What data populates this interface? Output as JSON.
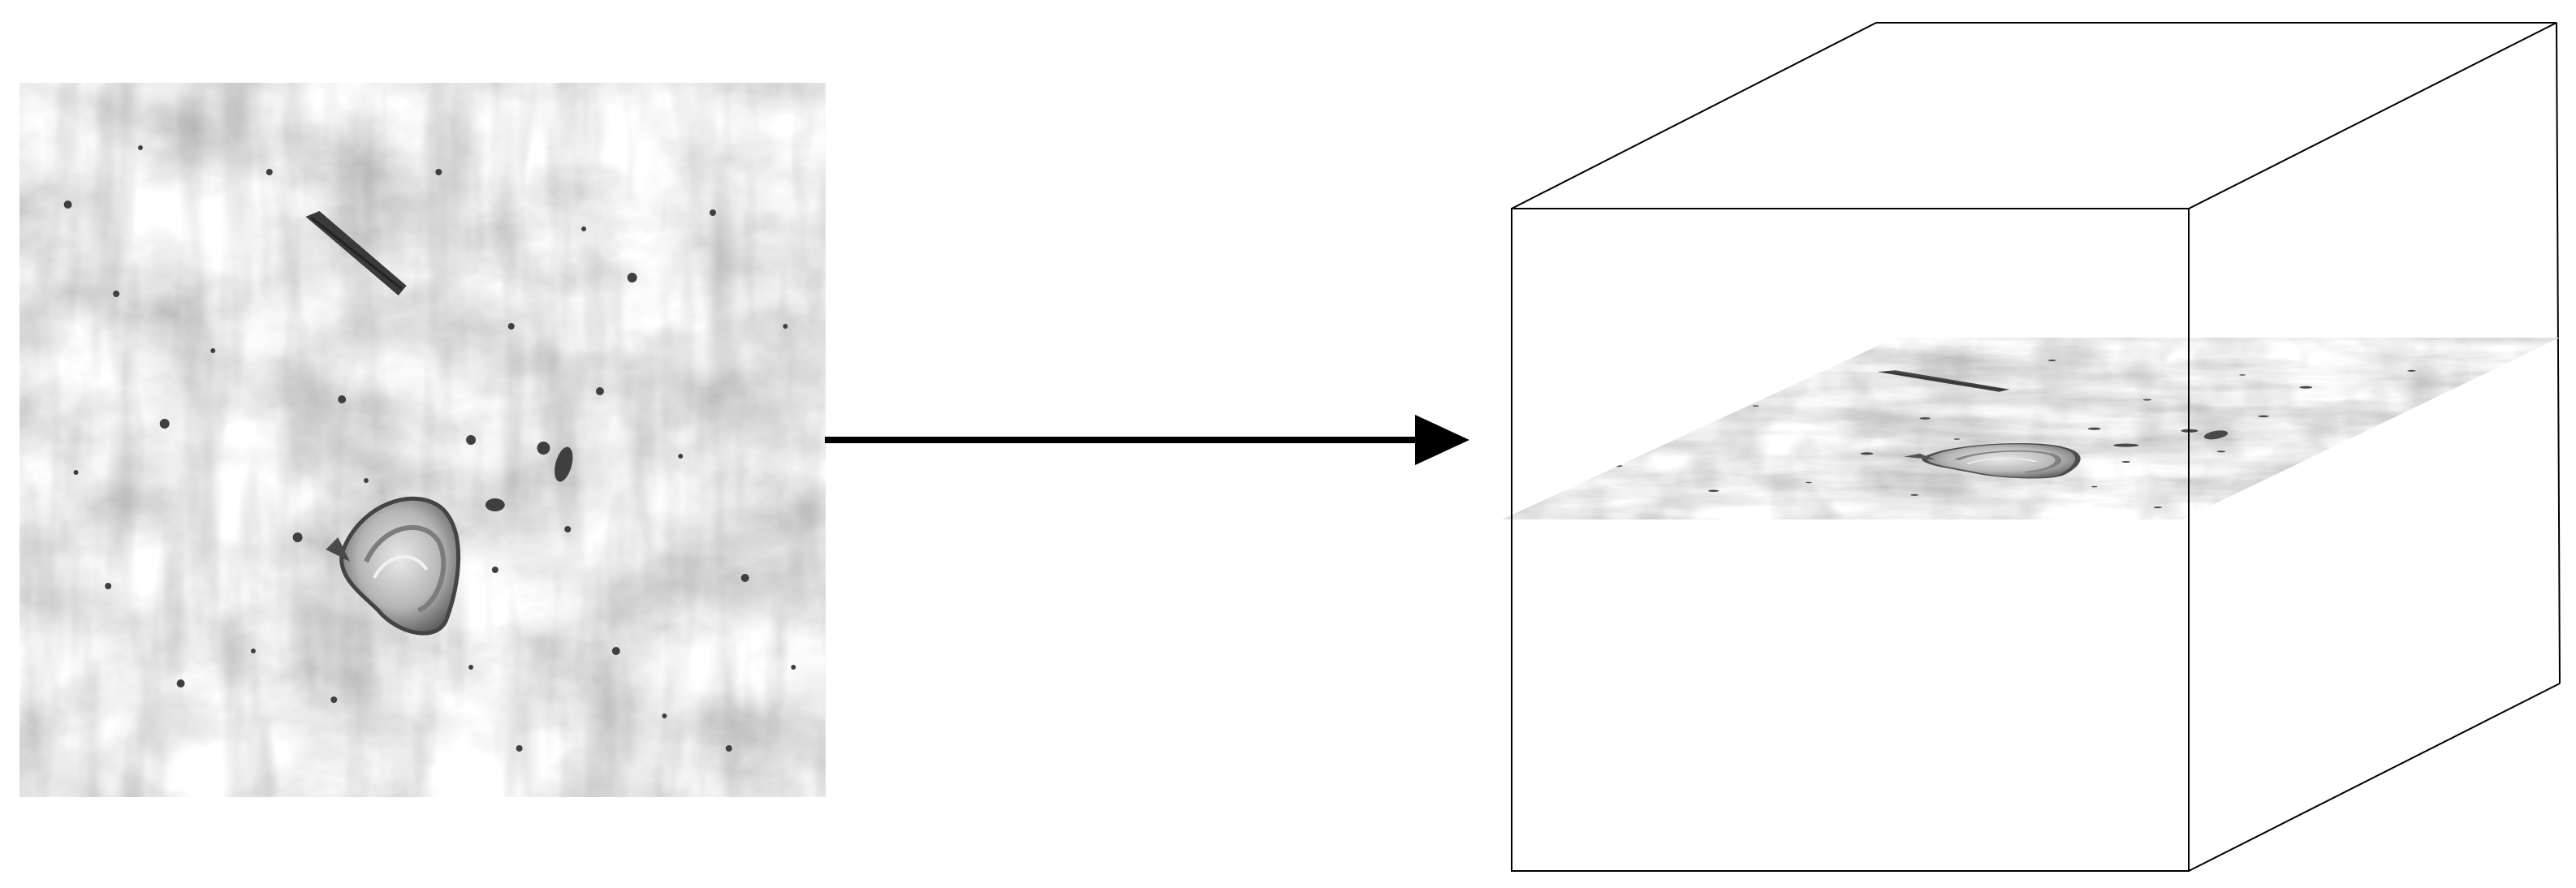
{
  "diagram": {
    "source_image": {
      "kind": "grayscale-micrograph",
      "features": [
        "fibrous-texture",
        "dark-particles",
        "elongated-fragment",
        "shell-fragment"
      ]
    },
    "arrow": {
      "direction": "right",
      "color": "#000000"
    },
    "volume": {
      "kind": "3d-cube",
      "edge_color": "#000000",
      "slice_kind": "horizontal-plane"
    }
  }
}
